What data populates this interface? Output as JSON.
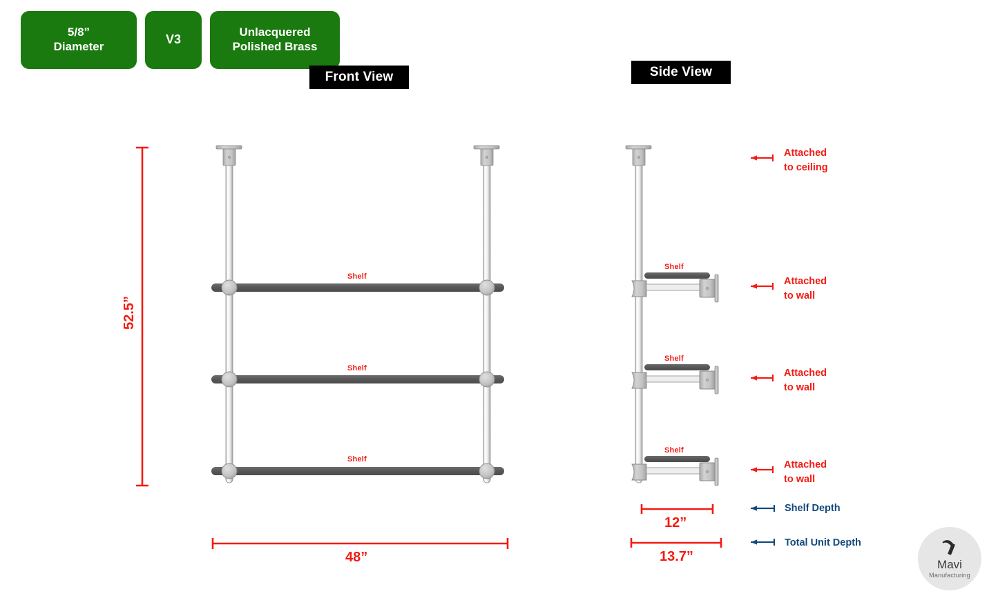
{
  "badges": [
    {
      "label": "5/8”\nDiameter",
      "color": "#1a7a0f"
    },
    {
      "label": "V3",
      "color": "#1a7a0f"
    },
    {
      "label": "Unlacquered\nPolished Brass",
      "color": "#1a7a0f"
    }
  ],
  "views": {
    "front": {
      "title": "Front View"
    },
    "side": {
      "title": "Side View"
    }
  },
  "front_view": {
    "height_dimension": "52.5”",
    "width_dimension": "48”",
    "shelf_labels": [
      "Shelf",
      "Shelf",
      "Shelf"
    ]
  },
  "side_view": {
    "shelf_labels": [
      "Shelf",
      "Shelf",
      "Shelf"
    ],
    "shelf_depth_dimension": "12”",
    "total_unit_depth_dimension": "13.7”"
  },
  "annotations": {
    "red": [
      {
        "text": "Attached\nto ceiling"
      },
      {
        "text": "Attached\nto wall"
      },
      {
        "text": "Attached\nto wall"
      },
      {
        "text": "Attached\nto wall"
      }
    ],
    "blue": [
      {
        "text": "Shelf Depth"
      },
      {
        "text": "Total Unit Depth"
      }
    ]
  },
  "logo": {
    "name": "Mavi",
    "subtitle": "Manufacturing"
  },
  "colors": {
    "badge_green": "#1a7a0f",
    "dimension_red": "#f31b13",
    "annotation_blue": "#134a7c",
    "shelf_gray": "#5a5a5a",
    "hardware_gray": "#bdbdbd",
    "title_black": "#000000"
  }
}
